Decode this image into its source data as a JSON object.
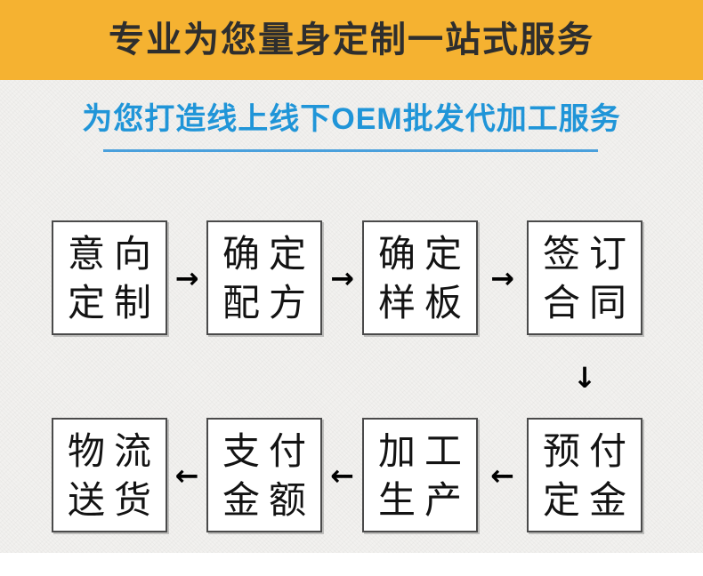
{
  "banner": {
    "title": "专业为您量身定制一站式服务"
  },
  "subtitle": {
    "text": "为您打造线上线下OEM批发代加工服务"
  },
  "flow": {
    "row1": [
      {
        "line1": "意向",
        "line2": "定制"
      },
      {
        "line1": "确定",
        "line2": "配方"
      },
      {
        "line1": "确定",
        "line2": "样板"
      },
      {
        "line1": "签订",
        "line2": "合同"
      }
    ],
    "row2": [
      {
        "line1": "物流",
        "line2": "送货"
      },
      {
        "line1": "支付",
        "line2": "金额"
      },
      {
        "line1": "加工",
        "line2": "生产"
      },
      {
        "line1": "预付",
        "line2": "定金"
      }
    ],
    "arrow_right": "→",
    "arrow_left": "←",
    "arrow_down": "↓"
  },
  "colors": {
    "banner_bg": "#F5B231",
    "banner_text": "#2E2E2E",
    "accent_blue": "#2095D8",
    "underline_blue": "#4AA0DC",
    "box_border": "#4A4A4A",
    "box_text": "#131313",
    "body_background": "#F2F1EF"
  }
}
